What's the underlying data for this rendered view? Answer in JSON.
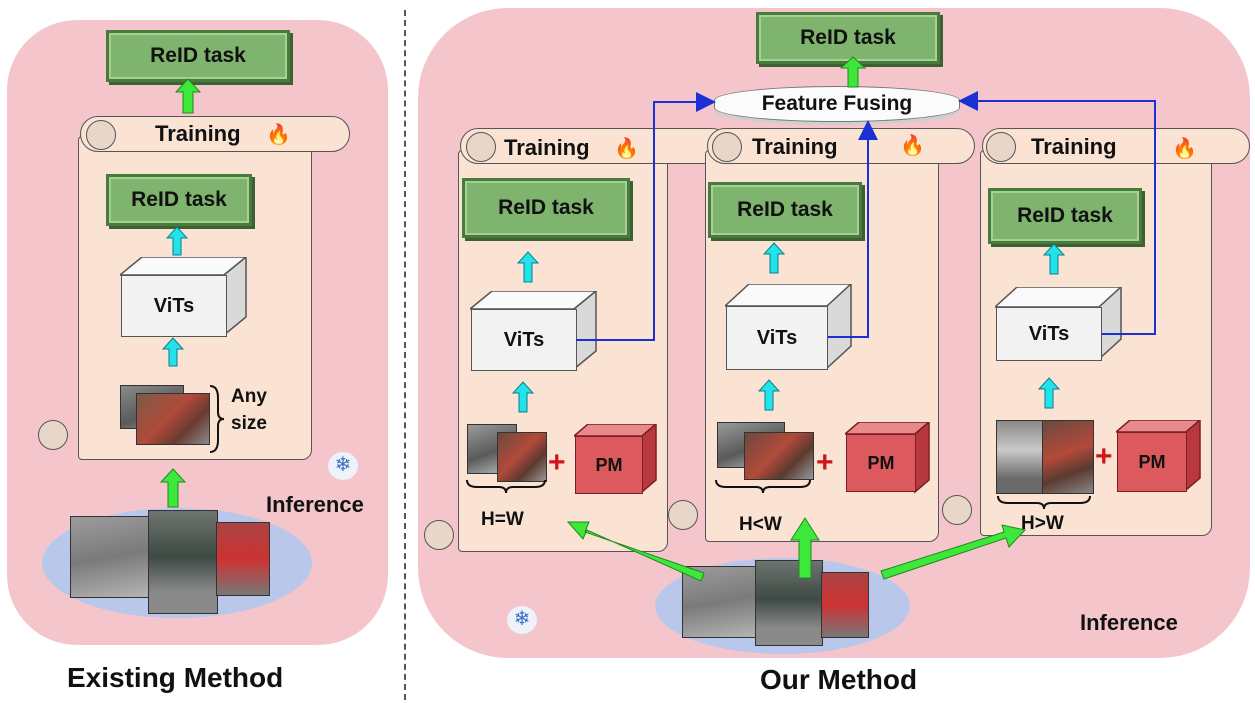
{
  "existing": {
    "reid_top": "ReID task",
    "training": "Training",
    "reid_inner": "ReID task",
    "vits": "ViTs",
    "any": "Any",
    "size": "size",
    "inference": "Inference",
    "caption": "Existing Method"
  },
  "ours": {
    "reid_top": "ReID task",
    "feature_fusing": "Feature Fusing",
    "branches": [
      {
        "training": "Training",
        "reid": "ReID task",
        "vits": "ViTs",
        "pm": "PM",
        "ratio": "H=W"
      },
      {
        "training": "Training",
        "reid": "ReID task",
        "vits": "ViTs",
        "pm": "PM",
        "ratio": "H<W"
      },
      {
        "training": "Training",
        "reid": "ReID task",
        "vits": "ViTs",
        "pm": "PM",
        "ratio": "H>W"
      }
    ],
    "inference": "Inference",
    "caption": "Our Method"
  },
  "icons": {
    "training": "flame-icon",
    "inference": "snowflake-icon"
  },
  "colors": {
    "panel": "#f4c6cc",
    "scroll": "#fbe3d4",
    "reid": "#7fb46e",
    "pm": "#dc5a5d",
    "up_arrow": "#22e2ec",
    "green_arrow": "#3ee83a",
    "fusion_line": "#1a2fd6"
  }
}
